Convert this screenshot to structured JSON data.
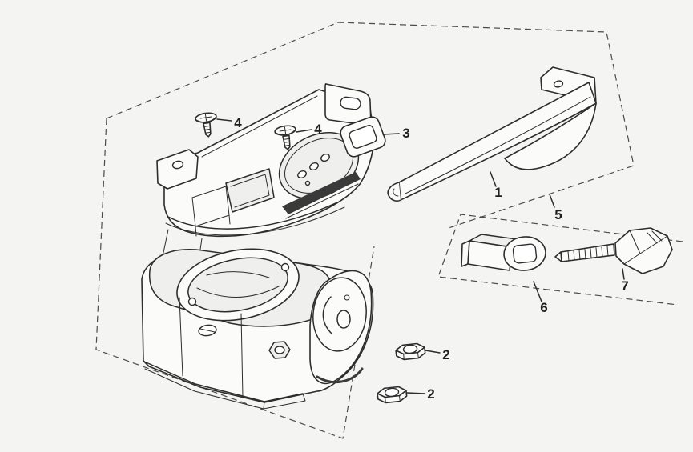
{
  "diagram": {
    "callouts": [
      {
        "label": "1"
      },
      {
        "label": "2"
      },
      {
        "label": "2"
      },
      {
        "label": "3"
      },
      {
        "label": "4"
      },
      {
        "label": "4"
      },
      {
        "label": "5"
      },
      {
        "label": "6"
      },
      {
        "label": "7"
      }
    ]
  },
  "colors": {
    "bg": "#f4f4f2",
    "line": "#2d2d2d",
    "dark": "#3a3a3a",
    "paper": "#fbfbfa",
    "face": "#efefed"
  }
}
